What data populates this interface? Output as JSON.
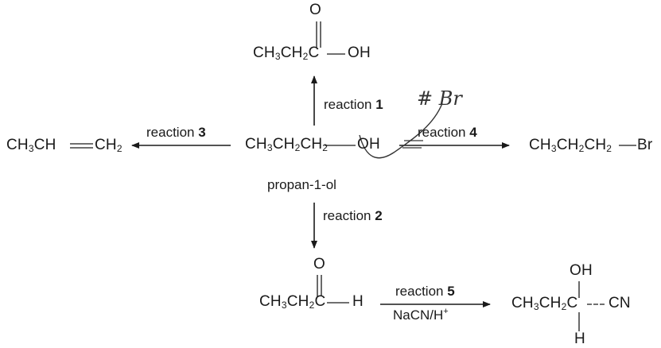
{
  "molecules": {
    "propanoic_acid": {
      "main": [
        "CH",
        "3",
        "CH",
        "2",
        "C",
        "OH"
      ],
      "top": "O"
    },
    "propan1ol": {
      "formula": [
        "CH",
        "3",
        "CH",
        "2",
        "CH",
        "2",
        "OH"
      ],
      "name": "propan-1-ol"
    },
    "propene": {
      "left": "CH",
      "left_sub": "3",
      "mid": "CH",
      "right": "CH",
      "right_sub": "2"
    },
    "bromopropane": {
      "formula": [
        "CH",
        "3",
        "CH",
        "2",
        "CH",
        "2"
      ],
      "atom": "Br"
    },
    "propanal": {
      "formula": [
        "CH",
        "3",
        "CH",
        "2",
        "C"
      ],
      "atom": "H",
      "top": "O"
    },
    "cyanohydrin": {
      "formula": [
        "CH",
        "3",
        "CH",
        "2",
        "C"
      ],
      "right": "CN",
      "top": "OH",
      "bottom": "H"
    }
  },
  "reactions": {
    "r1": {
      "word": "reaction",
      "num": "1"
    },
    "r2": {
      "word": "reaction",
      "num": "2"
    },
    "r3": {
      "word": "reaction",
      "num": "3"
    },
    "r4": {
      "word": "reaction",
      "num": "4"
    },
    "r5": {
      "word": "reaction",
      "num": "5",
      "reagent": "NaCN/H",
      "reagent_sup": "+"
    }
  },
  "annotation": {
    "text": "# Br"
  }
}
